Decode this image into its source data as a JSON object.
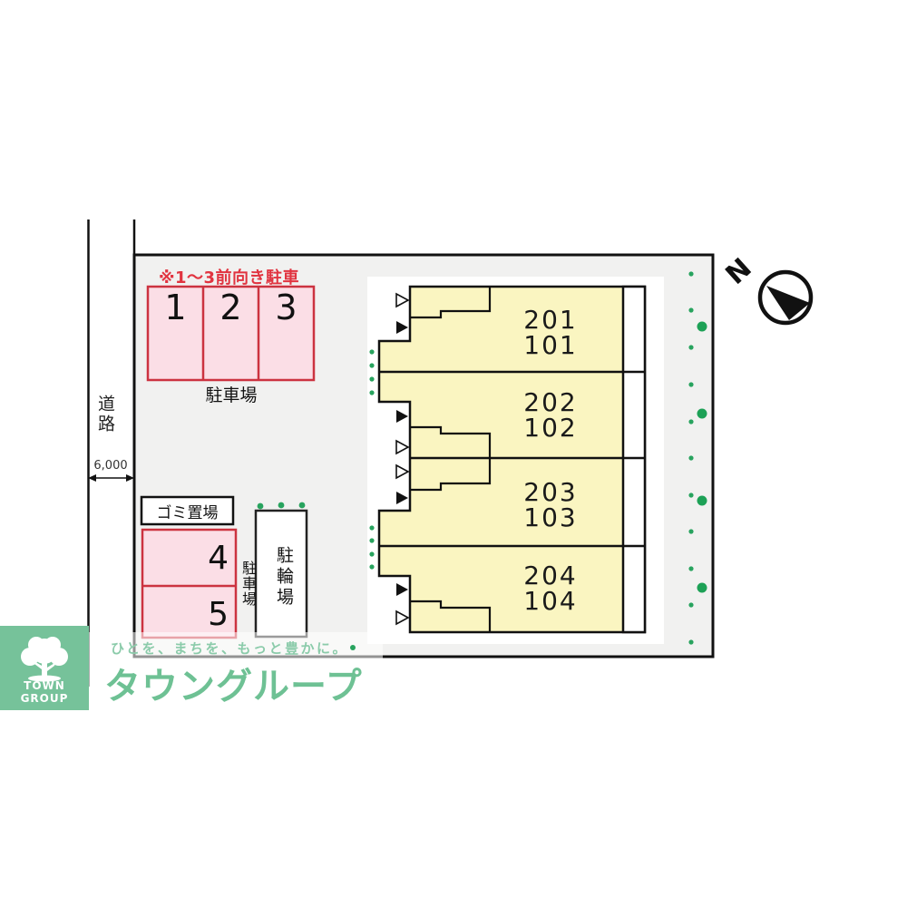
{
  "plan": {
    "road": {
      "label": "道路",
      "width_dim": "6,000"
    },
    "note": "※1〜3前向き駐車",
    "parking_main": {
      "spaces": [
        "1",
        "2",
        "3"
      ],
      "label": "駐車場"
    },
    "parking_sub": {
      "spaces": [
        "4",
        "5"
      ],
      "label": "駐車場"
    },
    "garbage": {
      "label": "ゴミ置場"
    },
    "bicycle": {
      "label": "駐輪場"
    },
    "compass": {
      "label": "N"
    },
    "building": {
      "units": [
        {
          "upper": "201",
          "lower": "101"
        },
        {
          "upper": "202",
          "lower": "102"
        },
        {
          "upper": "203",
          "lower": "103"
        },
        {
          "upper": "204",
          "lower": "104"
        }
      ]
    }
  },
  "logo": {
    "company": "TOWN GROUP",
    "tagline": "ひとを、まちを、もっと豊かに。",
    "brand": "タウングループ"
  },
  "colors": {
    "site_bg": "#f1f1f0",
    "building_fill": "#faf5c1",
    "parking_fill": "#fbdee6",
    "parking_border": "#cc3340",
    "note_red": "#e13440",
    "greenery": "#28a35e",
    "greenery_large": "#1da156",
    "logo_green": "#76c29a",
    "brand_green": "#6ec194",
    "outline": "#111111"
  }
}
